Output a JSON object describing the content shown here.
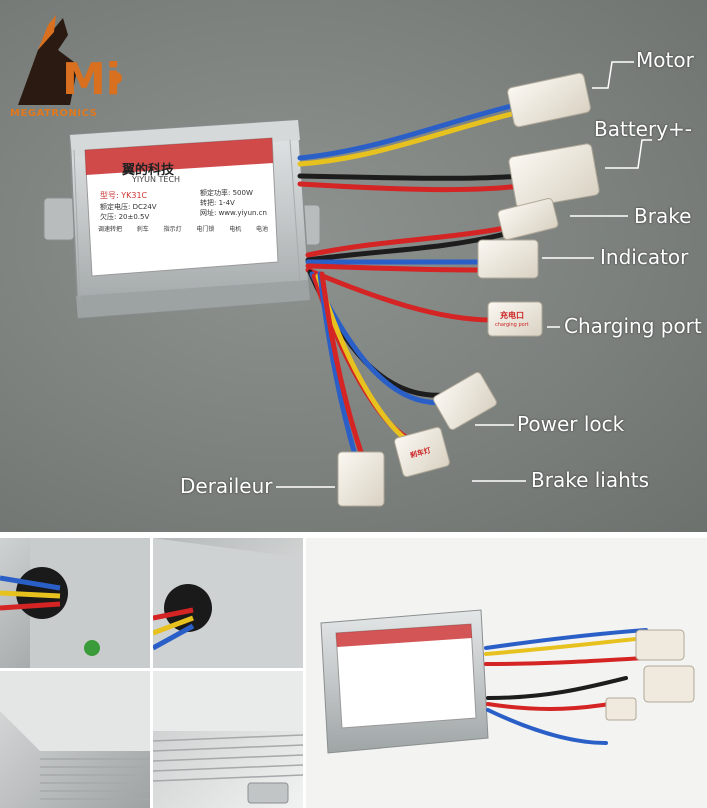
{
  "brand": {
    "logo_letters": "Mi",
    "name": "MEGATRONICS",
    "accent_color": "#d9701f"
  },
  "label_plate": {
    "brand_cn": "翼的科技",
    "brand_en": "YIYUN TECH",
    "model": "型号: YK31C",
    "voltage": "额定电压: DC24V",
    "undervoltage": "欠压: 20±0.5V",
    "power": "额定功率: 500W",
    "throttle": "转把: 1-4V",
    "website": "网址: www.yiyun.cn",
    "pin_headers": [
      "调速转把",
      "刹车",
      "指示灯",
      "电门锁",
      "电机",
      "电池"
    ]
  },
  "connector_tags": {
    "charging_port_cn": "充电口",
    "charging_port_en": "charging port",
    "brake_lights_cn": "刹车灯"
  },
  "callouts": {
    "motor": "Motor",
    "battery": "Battery+-",
    "brake": "Brake",
    "indicator": "Indicator",
    "charging_port": "Charging port",
    "power_lock": "Power lock",
    "brake_lights": "Brake liahts",
    "derailleur": "Deraileur"
  },
  "colors": {
    "housing": "#c8cccd",
    "wire_blue": "#2b5fc8",
    "wire_yellow": "#e7c21e",
    "wire_red": "#d42424",
    "wire_black": "#1d1d1d",
    "connector": "#efe9de"
  }
}
